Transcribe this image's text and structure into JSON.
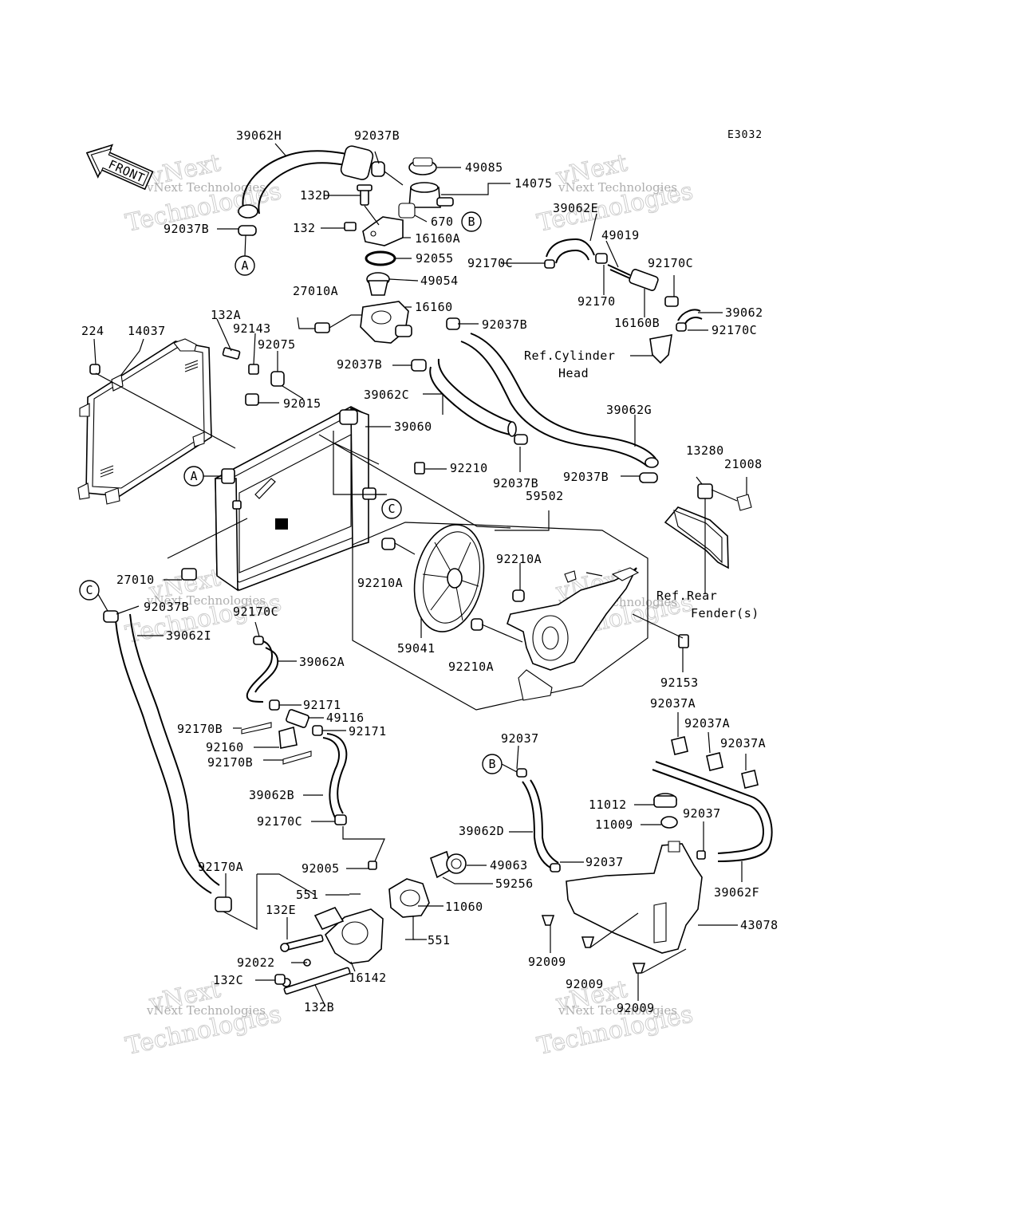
{
  "figure_code": "E3032",
  "front_arrow_label": "FRONT",
  "watermark": {
    "small": "vNext Technologies",
    "large_1": "vNext",
    "large_2": "Technologies"
  },
  "callouts": {
    "A": "A",
    "B": "B",
    "C": "C"
  },
  "labels": {
    "p39062H": "39062H",
    "p92037B_1": "92037B",
    "p49085": "49085",
    "p14075": "14075",
    "p132D": "132D",
    "p670": "670",
    "p132": "132",
    "p16160A": "16160A",
    "p92037B_2": "92037B",
    "p92055": "92055",
    "p49054": "49054",
    "p39062E": "39062E",
    "p49019": "49019",
    "p92170C_1": "92170C",
    "p92170C_2": "92170C",
    "p92170": "92170",
    "p39062": "39062",
    "p16160B": "16160B",
    "p92170C_3": "92170C",
    "p27010A": "27010A",
    "p16160": "16160",
    "p92037B_3": "92037B",
    "ref_cyl_1": "Ref.Cylinder",
    "ref_cyl_2": "Head",
    "p224": "224",
    "p14037": "14037",
    "p132A": "132A",
    "p92143": "92143",
    "p92075": "92075",
    "p92037B_4": "92037B",
    "p39062C": "39062C",
    "p92015": "92015",
    "p39062G": "39062G",
    "p39060": "39060",
    "p92210": "92210",
    "p92037B_5": "92037B",
    "p92037B_6": "92037B",
    "p13280": "13280",
    "p21008": "21008",
    "p59502": "59502",
    "p92210A_1": "92210A",
    "p92210A_2": "92210A",
    "p27010": "27010",
    "ref_rear_1": "Ref.Rear",
    "ref_rear_2": "Fender(s)",
    "p92037B_7": "92037B",
    "p92170C_4": "92170C",
    "p39062I": "39062I",
    "p39062A": "39062A",
    "p59041": "59041",
    "p92210A_3": "92210A",
    "p92153": "92153",
    "p92171_1": "92171",
    "p49116": "49116",
    "p92171_2": "92171",
    "p92037A_1": "92037A",
    "p92037A_2": "92037A",
    "p92037A_3": "92037A",
    "p92170B_1": "92170B",
    "p92160": "92160",
    "p92170B_2": "92170B",
    "p92037_1": "92037",
    "p39062B": "39062B",
    "p11012": "11012",
    "p92170C_5": "92170C",
    "p11009": "11009",
    "p92037_2": "92037",
    "p39062D": "39062D",
    "p92005": "92005",
    "p49063": "49063",
    "p92037_3": "92037",
    "p92170A": "92170A",
    "p59256": "59256",
    "p551_1": "551",
    "p11060": "11060",
    "p39062F": "39062F",
    "p132E": "132E",
    "p43078": "43078",
    "p551_2": "551",
    "p92022": "92022",
    "p92009_1": "92009",
    "p16142": "16142",
    "p132C": "132C",
    "p92009_2": "92009",
    "p132B": "132B",
    "p92009_3": "92009"
  }
}
